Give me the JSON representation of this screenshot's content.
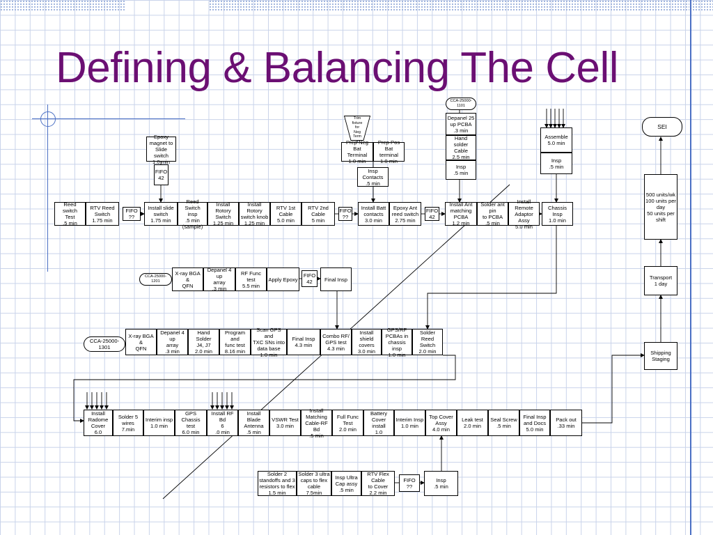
{
  "title": "Defining & Balancing The Cell",
  "nodes": {
    "reed_switch_test": "Reed switch\nTest\n.5 min",
    "rtv_reed_switch": "RTV Reed\nSwitch\n1.75 min",
    "fifo_a": "FIFO\n??",
    "install_slide_switch": "Install slide\nswitch\n1.75 min",
    "reed_switch_insp": "Reed Switch\ninsp\n.5 min\n(sample)",
    "install_rotory_switch": "Install Rotory\nSwitch\n1.25 min",
    "install_rotory_knob": "Install Rotory\nswitch knob\n1.25 min",
    "rtv_1st_cable": "RTV 1st\nCable\n5.0 min",
    "rtv_2nd_cable": "RTV 2nd\nCable\n5 min",
    "fifo_b": "FIFO\n??",
    "install_batt_contacts": "Install Batt\ncontacts\n3.0 min",
    "epoxy_ant_reed": "Epoxy Ant\nreed switch\n2.75 min",
    "fifo_c": "FIFO\n42",
    "install_ant_pcba": "Install Ant\nmatching\nPCBA\n1.2 min",
    "solder_ant_pin": "Solder ant pin\nto PCBA\n.5 min",
    "install_remote_adaptor": "Install Remote\nAdaptor Assy\n5.0 min",
    "chassis_insp": "Chassis Insp\n1.0 min",
    "epoxy_magnet": "Epoxy\nmagnet to\nSlide switch\n1.0 min",
    "fifo_d": "FIFO\n42",
    "trim_fixture": "Trim\nfixture\nfor\nNeg\nTerm",
    "prep_neg_bat": "Prep Neg Bat\nTerminal\n1.0 min",
    "prep_pos_bat": "Prep Pos Bat\nterminal\n1.0 min",
    "insp_contacts": "Insp Contacts\n.5 min",
    "cca_1101": "CCA-25000-1101",
    "depanel_25": "Depanel 25\nup PCBA\n.3 min",
    "hand_solder_cable": "Hand solder\nCable\n2.5 min",
    "insp_a": "Insp\n.5 min",
    "assemble": "Assemble\n5.0 min",
    "insp_b": "Insp\n.5 min",
    "sei": "SEI",
    "units": "500 units/wk\n100 units per\nday\n50 units per\nshift",
    "transport": "Transport\n1 day",
    "shipping_staging": "Shipping\nStaging",
    "cca_1201": "CCA-25000-1201",
    "xray_a": "X-ray BGA &\nQFN",
    "depanel_4_a": "Depanel 4 up\narray\n.3 min",
    "rf_func_test": "RF Func test\n5.5 min",
    "apply_epoxy": "Apply Epoxy",
    "fifo_e": "FIFO\n42",
    "final_insp_a": "Final Insp",
    "cca_1301": "CCA-25000-1301",
    "xray_b": "X-ray BGA &\nQFN",
    "depanel_4_b": "Depanel 4 up\narray\n.3 min",
    "hand_solder_j4j7": "Hand Solder\nJ4, J7\n2.0 min",
    "program_func": "Program and\nfunc test\n8.16 min",
    "scan_gps": "Scan GPS and\nTXC SNs into\ndata base\n1.0 min",
    "final_insp_b": "Final Insp\n4.3 min",
    "combo_rf_gps": "Combo RF/\nGPS test\n4.3 min",
    "install_shield": "Install shield\ncovers\n3.0 min",
    "gps_rf_pcbas": "GPS/RF\nPCBAs in\nchassis insp\n1.0 min",
    "solder_reed_switch": "Solder Reed\nSwitch\n2.0 min",
    "install_radome": "Install\nRadome\nCover\n6.0",
    "solder_5_wires": "Solder 5\nwires\n7.min",
    "interim_insp_a": "Interim insp\n1.0 min",
    "gps_chassis_test": "GPS Chassis\ntest\n6.0 min",
    "install_rf_bd": "Install RF Bd\n6\n.0 min",
    "install_blade": "Install Blade\nAntenna\n.5 min",
    "vswr_test": "VSWR Test\n3.0 min",
    "install_matching_cable": "Install\nMatching\nCable-RF Bd\n.5 min",
    "full_func_test": "Full Func\nTest\n2.0 min",
    "battery_cover": "Battery Cover\ninstall\n1.0",
    "interim_insp_b": "Interim Insp\n1.0 min",
    "top_cover": "Top Cover\nAssy\n4.0 min",
    "leak_test": "Leak test\n2.0 min",
    "seal_screw": "Seal Screw\n.5 min",
    "final_insp_docs": "Final Insp\nand Docs\n5.0 min",
    "pack_out": "Pack out\n.33 min",
    "solder_2_standoffs": "Solder 2\nstandoffs and 3\nresistors to flex\n1.5 min",
    "solder_3_caps": "Solder 3 ultra\ncaps to flex\ncable\n7.5min",
    "insp_ultra_cap": "Insp Ultra\nCap assy\n.5 min",
    "rtv_flex_cable": "RTV Flex Cable\nto Cover\n2.2 min",
    "fifo_f": "FIFO\n??",
    "insp_c": "Insp\n.5 min"
  }
}
